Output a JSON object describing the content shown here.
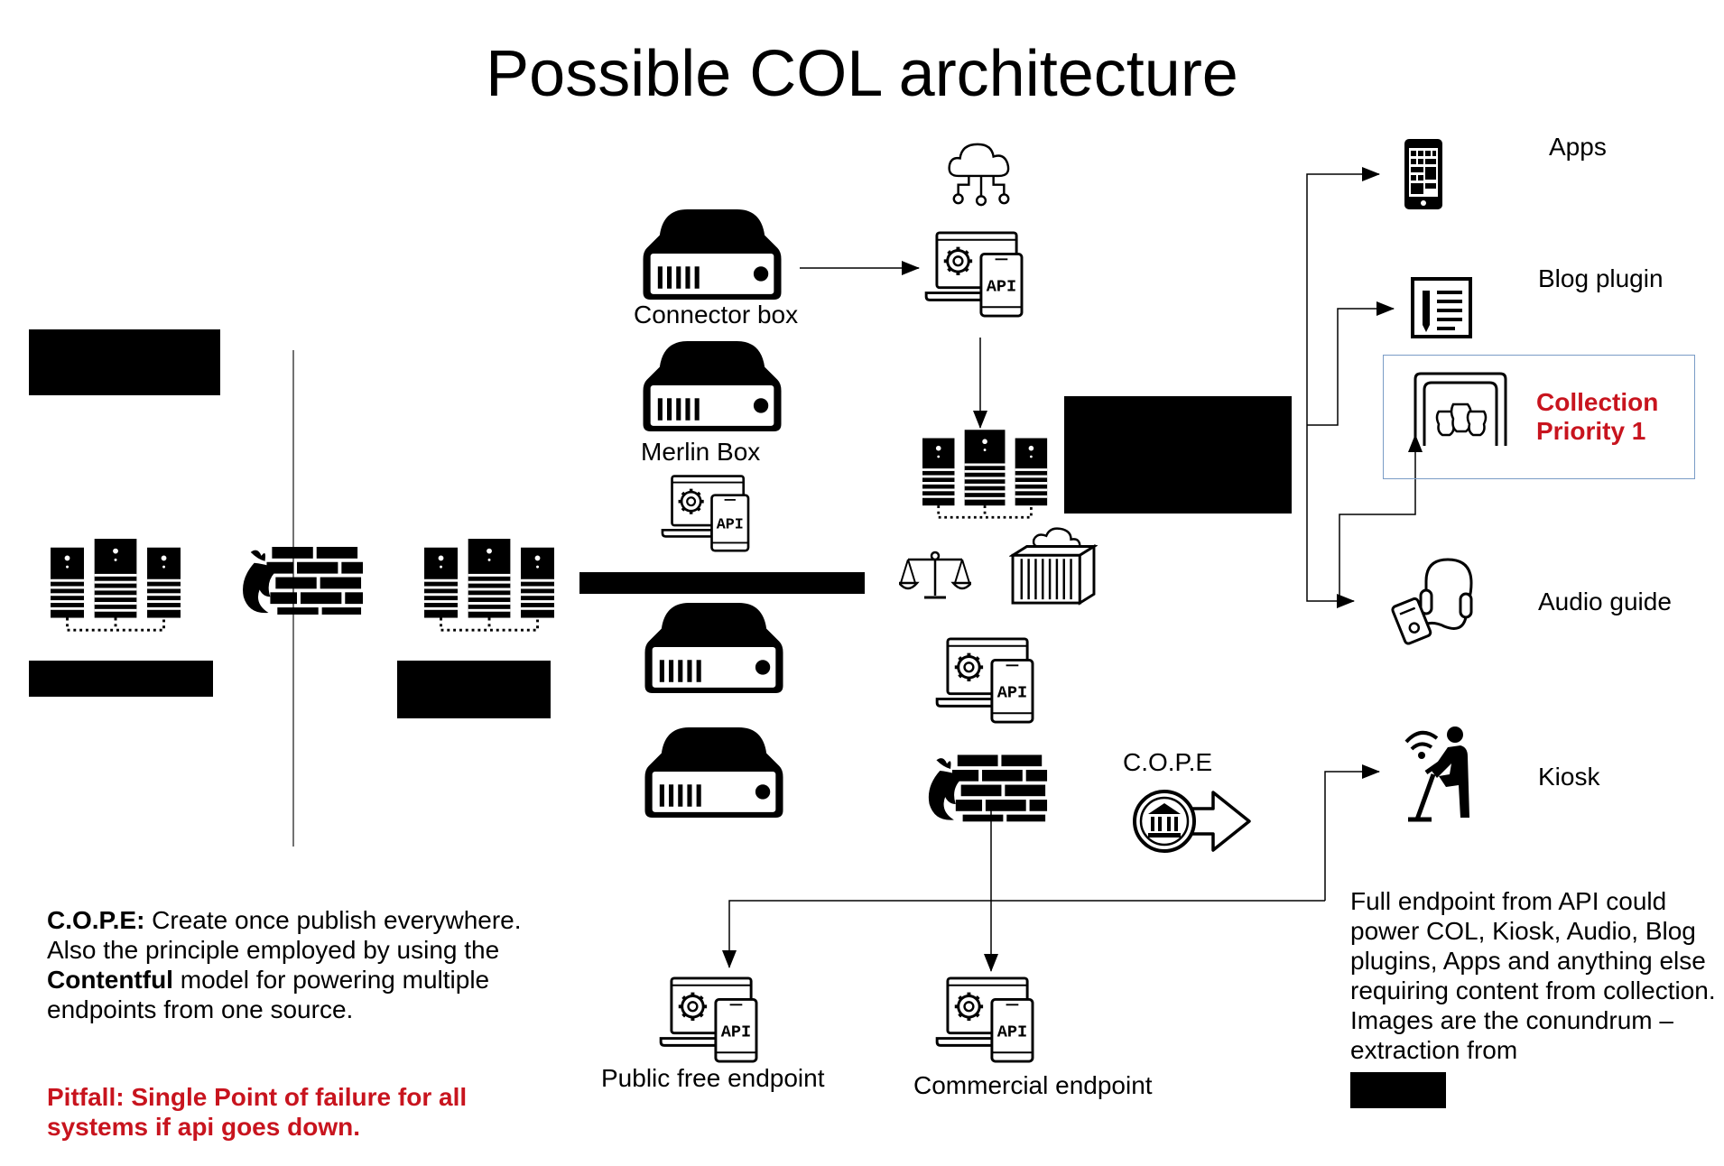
{
  "title": "Possible COL architecture",
  "labels": {
    "connector_box": "Connector box",
    "merlin_box": "Merlin Box",
    "cope_icon": "C.O.P.E",
    "public_endpoint": "Public free endpoint",
    "commercial_endpoint": "Commercial endpoint"
  },
  "endpoints": {
    "apps": "Apps",
    "blog_plugin": "Blog plugin",
    "collection_line1": "Collection",
    "collection_line2": "Priority 1",
    "audio_guide": "Audio guide",
    "kiosk": "Kiosk"
  },
  "notes": {
    "cope_term": "C.O.P.E:",
    "cope_text1": " Create once publish everywhere. Also the principle employed by using the ",
    "contentful": "Contentful",
    "cope_text2": " model for powering multiple endpoints from one source.",
    "pitfall": "Pitfall: Single Point of failure for all systems if api goes down.",
    "full_endpoint": "Full endpoint from API could power COL, Kiosk, Audio, Blog plugins, Apps and anything else requiring content from collection. Images are the conundrum – extraction from"
  },
  "colors": {
    "accent_red": "#c8141e",
    "callout_border": "#7a9cc6"
  },
  "icons": [
    "server-box-icon",
    "server-rack-icon",
    "firewall-icon",
    "api-device-icon",
    "cloud-network-icon",
    "balance-scale-icon",
    "cloud-container-icon",
    "cope-museum-arrow-icon",
    "smartphone-icon",
    "blog-document-icon",
    "museum-collection-icon",
    "audio-guide-icon",
    "kiosk-user-icon"
  ]
}
